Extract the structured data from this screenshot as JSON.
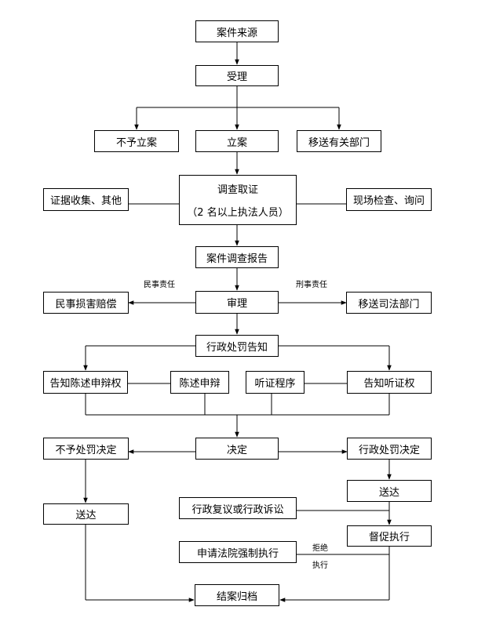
{
  "nodes": {
    "source": "案件来源",
    "accept": "受理",
    "no_case": "不予立案",
    "file_case": "立案",
    "transfer_dept": "移送有关部门",
    "evidence": "证据收集、其他",
    "investigate": "调查取证",
    "investigate_sub": "（2 名以上执法人员）",
    "site_check": "现场检查、询问",
    "report": "案件调查报告",
    "civil_comp": "民事损害赔偿",
    "review": "审理",
    "judicial": "移送司法部门",
    "notice": "行政处罚告知",
    "defense_right": "告知陈述申辩权",
    "defense": "陈述申辩",
    "hearing": "听证程序",
    "hearing_right": "告知听证权",
    "no_penalty": "不予处罚决定",
    "decision": "决定",
    "penalty": "行政处罚决定",
    "deliver_left": "送达",
    "deliver_right": "送达",
    "reconsider": "行政复议或行政诉讼",
    "supervise": "督促执行",
    "court": "申请法院强制执行",
    "archive": "结案归档"
  },
  "labels": {
    "civil": "民事责任",
    "criminal": "刑事责任",
    "refuse": "拒绝",
    "execute": "执行"
  }
}
